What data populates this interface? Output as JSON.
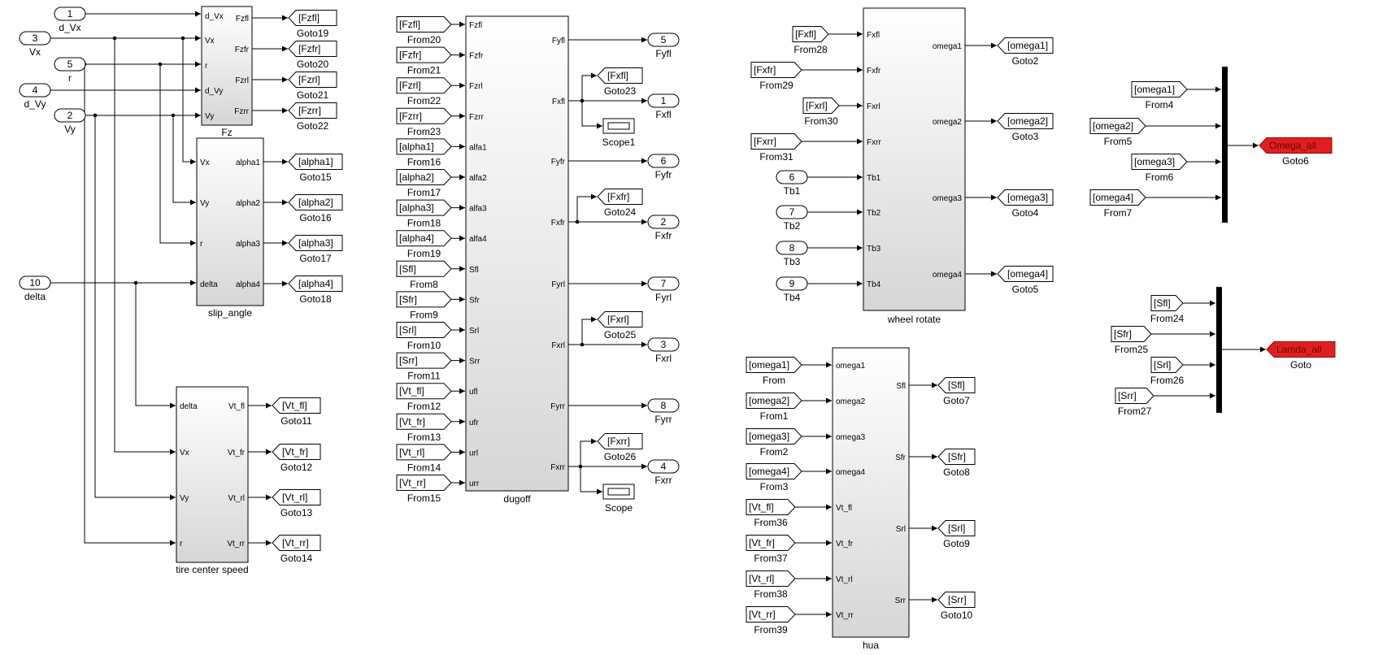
{
  "inports": [
    {
      "num": "1",
      "name": "d_Vx"
    },
    {
      "num": "3",
      "name": "Vx"
    },
    {
      "num": "5",
      "name": "r"
    },
    {
      "num": "4",
      "name": "d_Vy"
    },
    {
      "num": "2",
      "name": "Vy"
    },
    {
      "num": "10",
      "name": "delta"
    },
    {
      "num": "6",
      "name": "Tb1"
    },
    {
      "num": "7",
      "name": "Tb2"
    },
    {
      "num": "8",
      "name": "Tb3"
    },
    {
      "num": "9",
      "name": "Tb4"
    }
  ],
  "outports": [
    {
      "num": "5",
      "name": "Fyfl"
    },
    {
      "num": "1",
      "name": "Fxfl"
    },
    {
      "num": "6",
      "name": "Fyfr"
    },
    {
      "num": "2",
      "name": "Fxfr"
    },
    {
      "num": "7",
      "name": "Fyrl"
    },
    {
      "num": "3",
      "name": "Fxrl"
    },
    {
      "num": "8",
      "name": "Fyrr"
    },
    {
      "num": "4",
      "name": "Fxrr"
    }
  ],
  "subsystems": [
    {
      "name": "Fz",
      "inputs": [
        "d_Vx",
        "Vx",
        "r",
        "d_Vy",
        "Vy"
      ],
      "outputs": [
        "Fzfl",
        "Fzfr",
        "Fzrl",
        "Fzrr"
      ]
    },
    {
      "name": "slip_angle",
      "inputs": [
        "Vx",
        "Vy",
        "r",
        "delta"
      ],
      "outputs": [
        "alpha1",
        "alpha2",
        "alpha3",
        "alpha4"
      ]
    },
    {
      "name": "tire center speed",
      "inputs": [
        "delta",
        "Vx",
        "Vy",
        "r"
      ],
      "outputs": [
        "Vt_fl",
        "Vt_fr",
        "Vt_rl",
        "Vt_rr"
      ]
    },
    {
      "name": "dugoff",
      "inputs": [
        "Fzfl",
        "Fzfr",
        "Fzrl",
        "Fzrr",
        "alfa1",
        "alfa2",
        "alfa3",
        "alfa4",
        "Sfl",
        "Sfr",
        "Srl",
        "Srr",
        "ufl",
        "ufr",
        "url",
        "urr"
      ],
      "outputs": [
        "Fyfl",
        "Fxfl",
        "Fyfr",
        "Fxfr",
        "Fyrl",
        "Fxrl",
        "Fyrr",
        "Fxrr"
      ]
    },
    {
      "name": "wheel rotate",
      "inputs": [
        "Fxfl",
        "Fxfr",
        "Fxrl",
        "Fxrr",
        "Tb1",
        "Tb2",
        "Tb3",
        "Tb4"
      ],
      "outputs": [
        "omega1",
        "omega2",
        "omega3",
        "omega4"
      ]
    },
    {
      "name": "hua",
      "inputs": [
        "omega1",
        "omega2",
        "omega3",
        "omega4",
        "Vt_fl",
        "Vt_fr",
        "Vt_rl",
        "Vt_rr"
      ],
      "outputs": [
        "Sfl",
        "Sfr",
        "Srl",
        "Srr"
      ]
    }
  ],
  "gotos": [
    {
      "tag": "[Fzfl]",
      "name": "Goto19"
    },
    {
      "tag": "[Fzfr]",
      "name": "Goto20"
    },
    {
      "tag": "[Fzrl]",
      "name": "Goto21"
    },
    {
      "tag": "[Fzrr]",
      "name": "Goto22"
    },
    {
      "tag": "[alpha1]",
      "name": "Goto15"
    },
    {
      "tag": "[alpha2]",
      "name": "Goto16"
    },
    {
      "tag": "[alpha3]",
      "name": "Goto17"
    },
    {
      "tag": "[alpha4]",
      "name": "Goto18"
    },
    {
      "tag": "[Vt_fl]",
      "name": "Goto11"
    },
    {
      "tag": "[Vt_fr]",
      "name": "Goto12"
    },
    {
      "tag": "[Vt_rl]",
      "name": "Goto13"
    },
    {
      "tag": "[Vt_rr]",
      "name": "Goto14"
    },
    {
      "tag": "[Fxfl]",
      "name": "Goto23"
    },
    {
      "tag": "[Fxfr]",
      "name": "Goto24"
    },
    {
      "tag": "[Fxrl]",
      "name": "Goto25"
    },
    {
      "tag": "[Fxrr]",
      "name": "Goto26"
    },
    {
      "tag": "[omega1]",
      "name": "Goto2"
    },
    {
      "tag": "[omega2]",
      "name": "Goto3"
    },
    {
      "tag": "[omega3]",
      "name": "Goto4"
    },
    {
      "tag": "[omega4]",
      "name": "Goto5"
    },
    {
      "tag": "[Sfl]",
      "name": "Goto7"
    },
    {
      "tag": "[Sfr]",
      "name": "Goto8"
    },
    {
      "tag": "[Srl]",
      "name": "Goto9"
    },
    {
      "tag": "[Srr]",
      "name": "Goto10"
    },
    {
      "tag": "Omega_all",
      "name": "Goto6"
    },
    {
      "tag": "Lamda_all",
      "name": "Goto"
    }
  ],
  "froms": [
    {
      "tag": "[Fzfl]",
      "name": "From20"
    },
    {
      "tag": "[Fzfr]",
      "name": "From21"
    },
    {
      "tag": "[Fzrl]",
      "name": "From22"
    },
    {
      "tag": "[Fzrr]",
      "name": "From23"
    },
    {
      "tag": "[alpha1]",
      "name": "From16"
    },
    {
      "tag": "[alpha2]",
      "name": "From17"
    },
    {
      "tag": "[alpha3]",
      "name": "From18"
    },
    {
      "tag": "[alpha4]",
      "name": "From19"
    },
    {
      "tag": "[Sfl]",
      "name": "From8"
    },
    {
      "tag": "[Sfr]",
      "name": "From9"
    },
    {
      "tag": "[Srl]",
      "name": "From10"
    },
    {
      "tag": "[Srr]",
      "name": "From11"
    },
    {
      "tag": "[Vt_fl]",
      "name": "From12"
    },
    {
      "tag": "[Vt_fr]",
      "name": "From13"
    },
    {
      "tag": "[Vt_rl]",
      "name": "From14"
    },
    {
      "tag": "[Vt_rr]",
      "name": "From15"
    },
    {
      "tag": "[Fxfl]",
      "name": "From28"
    },
    {
      "tag": "[Fxfr]",
      "name": "From29"
    },
    {
      "tag": "[Fxrl]",
      "name": "From30"
    },
    {
      "tag": "[Fxrr]",
      "name": "From31"
    },
    {
      "tag": "[omega1]",
      "name": "From"
    },
    {
      "tag": "[omega2]",
      "name": "From1"
    },
    {
      "tag": "[omega3]",
      "name": "From2"
    },
    {
      "tag": "[omega4]",
      "name": "From3"
    },
    {
      "tag": "[Vt_fl]",
      "name": "From36"
    },
    {
      "tag": "[Vt_fr]",
      "name": "From37"
    },
    {
      "tag": "[Vt_rl]",
      "name": "From38"
    },
    {
      "tag": "[Vt_rr]",
      "name": "From39"
    },
    {
      "tag": "[omega1]",
      "name": "From4"
    },
    {
      "tag": "[omega2]",
      "name": "From5"
    },
    {
      "tag": "[omega3]",
      "name": "From6"
    },
    {
      "tag": "[omega4]",
      "name": "From7"
    },
    {
      "tag": "[Sfl]",
      "name": "From24"
    },
    {
      "tag": "[Sfr]",
      "name": "From25"
    },
    {
      "tag": "[Srl]",
      "name": "From26"
    },
    {
      "tag": "[Srr]",
      "name": "From27"
    }
  ],
  "scopes": [
    {
      "name": "Scope1"
    },
    {
      "name": "Scope"
    }
  ],
  "colors": {
    "block_fill_top": "#ffffff",
    "block_fill_bottom": "#d9d9d9",
    "line": "#000000",
    "goto_global": "#e02020",
    "goto_global_text": "#6b0000",
    "mux": "#000000"
  }
}
